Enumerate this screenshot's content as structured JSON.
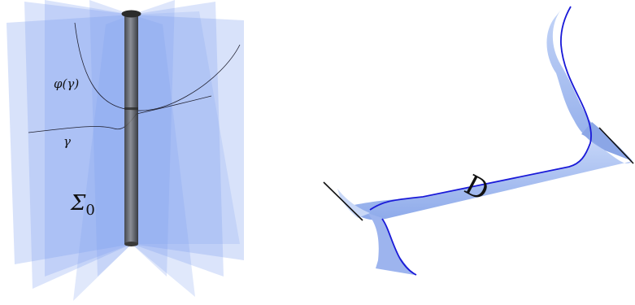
{
  "left_figure": {
    "labels": {
      "phi_gamma": "φ(γ)",
      "gamma": "γ",
      "sigma": "Σ",
      "sigma_subscript": "0"
    },
    "plane_color": "#7f9ff0",
    "axis_color": "#5a5a5a"
  },
  "right_figure": {
    "labels": {
      "strip": "D"
    },
    "surface_color": "#a9c1f2",
    "boundary_color": "#1a1ad8"
  }
}
